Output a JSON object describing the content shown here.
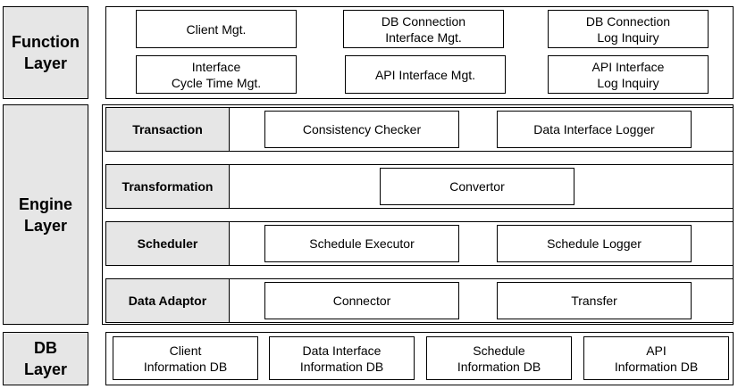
{
  "function_layer": {
    "label": "Function\nLayer",
    "boxes": [
      "Client Mgt.",
      "DB Connection\nInterface Mgt.",
      "DB Connection\nLog Inquiry",
      "Interface\nCycle Time Mgt.",
      "API Interface Mgt.",
      "API Interface\nLog Inquiry"
    ]
  },
  "engine_layer": {
    "label": "Engine\nLayer",
    "rows": [
      {
        "label": "Transaction",
        "boxes": [
          "Consistency Checker",
          "Data Interface Logger"
        ]
      },
      {
        "label": "Transformation",
        "boxes": [
          "Convertor"
        ]
      },
      {
        "label": "Scheduler",
        "boxes": [
          "Schedule Executor",
          "Schedule Logger"
        ]
      },
      {
        "label": "Data Adaptor",
        "boxes": [
          "Connector",
          "Transfer"
        ]
      }
    ]
  },
  "db_layer": {
    "label": "DB\nLayer",
    "boxes": [
      "Client\nInformation DB",
      "Data Interface\nInformation DB",
      "Schedule\nInformation DB",
      "API\nInformation DB"
    ]
  }
}
